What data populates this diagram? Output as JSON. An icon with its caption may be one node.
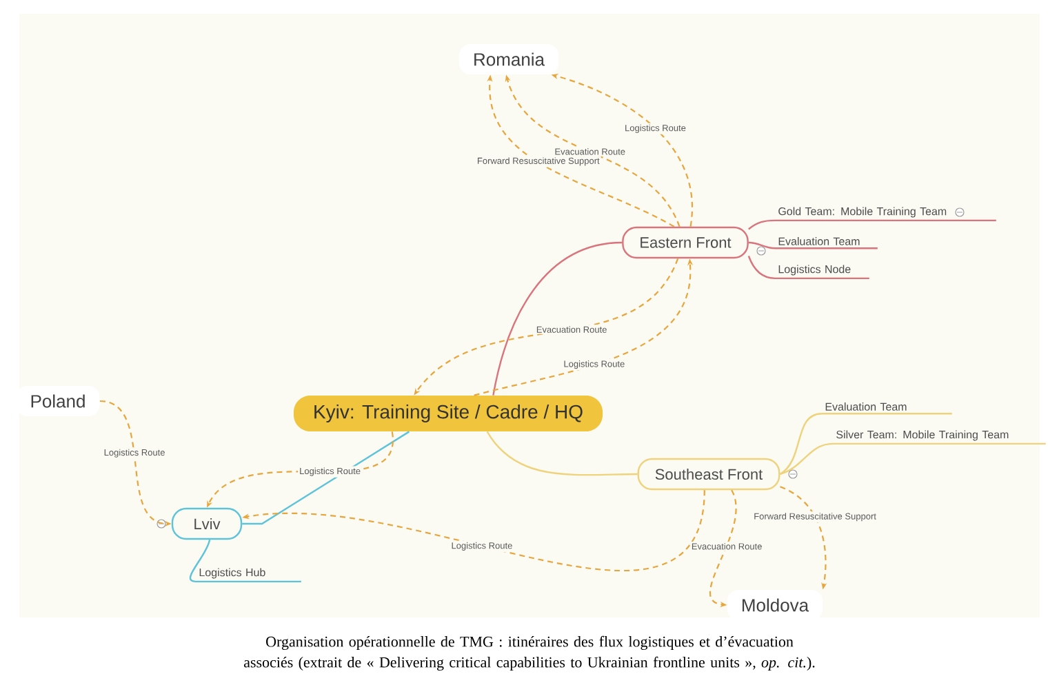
{
  "diagram": {
    "caption": "Organisation opérationnelle de TMG : itinéraires des flux logistiques et d’évacuation associés (extrait de « Delivering critical capabilities to Ukrainian frontline units », *op. cit.*).",
    "nodes": [
      {
        "text": [
          "Kyiv: Training Site / Cadre / HQ"
        ]
      },
      {
        "text": [
          "Eastern Front"
        ]
      },
      {
        "text": [
          "Gold Team: Mobile Training Team"
        ]
      },
      {
        "text": [
          "Evaluation Team"
        ]
      },
      {
        "text": [
          "Logistics Node"
        ]
      },
      {
        "text": [
          "Southeast Front"
        ]
      },
      {
        "text": [
          "Evaluation Team"
        ]
      },
      {
        "text": [
          "Silver Team: Mobile Training Team"
        ]
      },
      {
        "text": [
          "Lviv"
        ]
      },
      {
        "text": [
          "Logistics Hub"
        ]
      },
      {
        "text": [
          "Romania"
        ]
      },
      {
        "text": [
          "Poland"
        ]
      },
      {
        "text": [
          "Moldova"
        ]
      }
    ],
    "edges": [
      {
        "from": 0,
        "to": 1,
        "arrow": "none",
        "color": "#d9737c"
      },
      {
        "from": 1,
        "to": 2,
        "arrow": "none",
        "color": "#d9737c"
      },
      {
        "from": 1,
        "to": 3,
        "arrow": "none",
        "color": "#d9737c"
      },
      {
        "from": 1,
        "to": 4,
        "arrow": "none",
        "color": "#d9737c"
      },
      {
        "from": 0,
        "to": 5,
        "arrow": "none",
        "color": "#efd27c"
      },
      {
        "from": 5,
        "to": 6,
        "arrow": "none",
        "color": "#efd27c"
      },
      {
        "from": 5,
        "to": 7,
        "arrow": "none",
        "color": "#efd27c"
      },
      {
        "from": 0,
        "to": 8,
        "arrow": "none",
        "color": "#5cc3d8"
      },
      {
        "from": 8,
        "to": 9,
        "arrow": "none",
        "color": "#5cc3d8"
      },
      {
        "from": 1,
        "to": 10,
        "arrow": "to",
        "label": "Logistics Route",
        "style": "dashed",
        "color": "#e8a53c"
      },
      {
        "from": 1,
        "to": 10,
        "arrow": "to",
        "label": "Evacuation Route",
        "style": "dashed",
        "color": "#e8a53c"
      },
      {
        "from": 1,
        "to": 10,
        "arrow": "to",
        "label": "Forward Resuscitative Support",
        "style": "dashed",
        "color": "#e8a53c"
      },
      {
        "from": 1,
        "to": 0,
        "arrow": "to",
        "label": "Evacuation Route",
        "style": "dashed",
        "color": "#e8a53c"
      },
      {
        "from": 0,
        "to": 1,
        "arrow": "to",
        "label": "Logistics Route",
        "style": "dashed",
        "color": "#e8a53c"
      },
      {
        "from": 0,
        "to": 8,
        "arrow": "to",
        "label": "Logistics Route",
        "style": "dashed",
        "color": "#e8a53c"
      },
      {
        "from": 5,
        "to": 8,
        "arrow": "to",
        "label": "Logistics Route",
        "style": "dashed",
        "color": "#e8a53c"
      },
      {
        "from": 11,
        "to": 8,
        "arrow": "to",
        "label": "Logistics Route",
        "style": "dashed",
        "color": "#e8a53c"
      },
      {
        "from": 5,
        "to": 12,
        "arrow": "to",
        "label": "Evacuation Route",
        "style": "dashed",
        "color": "#e8a53c"
      },
      {
        "from": 5,
        "to": 12,
        "arrow": "to",
        "label": "Forward Resuscitative Support",
        "style": "dashed",
        "color": "#e8a53c"
      }
    ]
  }
}
